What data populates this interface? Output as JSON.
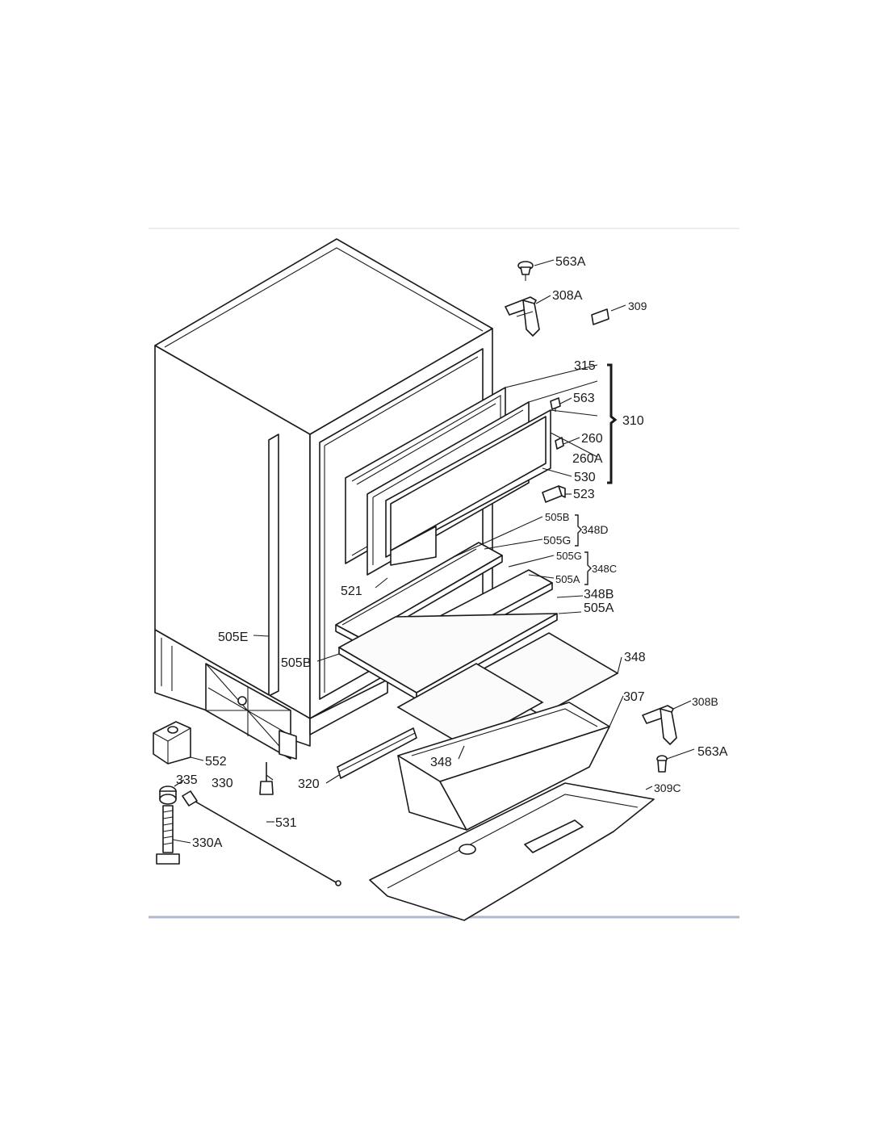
{
  "callouts": [
    {
      "id": "563A-top",
      "text": "563A"
    },
    {
      "id": "308A",
      "text": "308A"
    },
    {
      "id": "309",
      "text": "309"
    },
    {
      "id": "315",
      "text": "315"
    },
    {
      "id": "563",
      "text": "563"
    },
    {
      "id": "310",
      "text": "310"
    },
    {
      "id": "260",
      "text": "260"
    },
    {
      "id": "260A",
      "text": "260A"
    },
    {
      "id": "530",
      "text": "530"
    },
    {
      "id": "523",
      "text": "523"
    },
    {
      "id": "505B-top",
      "text": "505B"
    },
    {
      "id": "348D",
      "text": "348D"
    },
    {
      "id": "505G-1",
      "text": "505G"
    },
    {
      "id": "505G-2",
      "text": "505G"
    },
    {
      "id": "348C",
      "text": "348C"
    },
    {
      "id": "505A-1",
      "text": "505A"
    },
    {
      "id": "348B",
      "text": "348B"
    },
    {
      "id": "505A-2",
      "text": "505A"
    },
    {
      "id": "521",
      "text": "521"
    },
    {
      "id": "505E",
      "text": "505E"
    },
    {
      "id": "505B-left",
      "text": "505B"
    },
    {
      "id": "348-1",
      "text": "348"
    },
    {
      "id": "307",
      "text": "307"
    },
    {
      "id": "308B",
      "text": "308B"
    },
    {
      "id": "563A-bottom",
      "text": "563A"
    },
    {
      "id": "552",
      "text": "552"
    },
    {
      "id": "330",
      "text": "330"
    },
    {
      "id": "320",
      "text": "320"
    },
    {
      "id": "348-2",
      "text": "348"
    },
    {
      "id": "309C",
      "text": "309C"
    },
    {
      "id": "335",
      "text": "335"
    },
    {
      "id": "531",
      "text": "531"
    },
    {
      "id": "330A",
      "text": "330A"
    }
  ]
}
